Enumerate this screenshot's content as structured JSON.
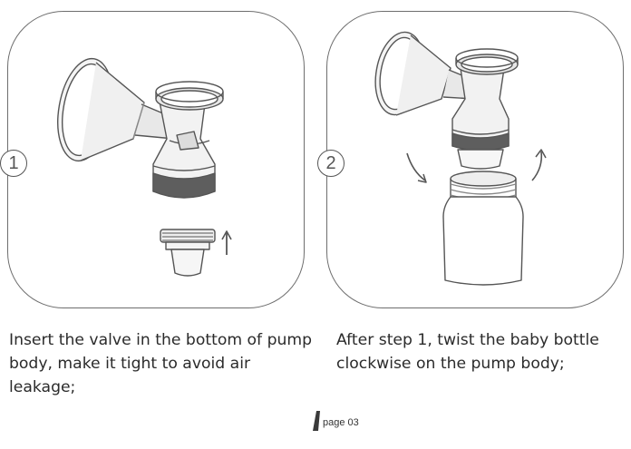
{
  "steps": [
    {
      "number": "1",
      "caption": "Insert the valve in the bottom of pump body, make it tight to avoid air leakage;",
      "illustration": "pump-body-with-valve",
      "icons": [
        "breast-shield-icon",
        "pump-body-icon",
        "valve-icon",
        "arrow-up-icon"
      ]
    },
    {
      "number": "2",
      "caption": "After step 1, twist the baby bottle clockwise on the pump body;",
      "illustration": "pump-body-with-bottle",
      "icons": [
        "breast-shield-icon",
        "pump-body-icon",
        "baby-bottle-icon",
        "rotate-arrow-left-icon",
        "rotate-arrow-right-icon"
      ]
    }
  ],
  "footer": {
    "page_label": "page 03"
  },
  "colors": {
    "line": "#6e6e6e",
    "fill_light": "#f0f0f0",
    "fill_mid": "#dcdcdc",
    "fill_dark": "#5e5e5e",
    "text": "#2b2b2b"
  }
}
